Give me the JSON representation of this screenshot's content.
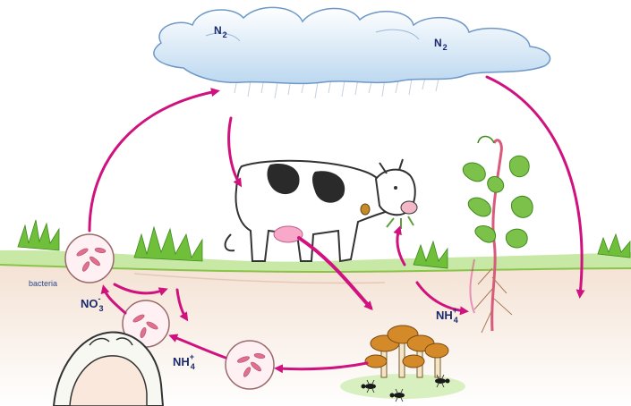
{
  "labels": {
    "n2_left": {
      "main": "N",
      "sub": "2"
    },
    "n2_right": {
      "main": "N",
      "sub": "2"
    },
    "no3": {
      "main": "NO",
      "sub": "3",
      "sup": "-"
    },
    "nh4_plant": {
      "main": "NH",
      "sub": "4",
      "sup": "+"
    },
    "nh4_soil": {
      "main": "NH",
      "sub": "4",
      "sup": "+"
    },
    "bacteria": "bacteria"
  },
  "colors": {
    "arrow": "#d0127e",
    "cloud": "#dbeaf8",
    "sky_rain": "#b8c4d4",
    "grass": "#6fbf3a",
    "soil": "#f7e6d9",
    "bacteria_fill": "#fff0f3",
    "bacteria_cell": "#e0708e",
    "cow_spot": "#2a2a2a",
    "mushroom": "#d58a2a"
  },
  "icons": [
    "cloud-icon",
    "cow-icon",
    "bean-plant-icon",
    "mushroom-icon",
    "ant-icon",
    "bacteria-icon",
    "grass-icon",
    "face-icon"
  ]
}
